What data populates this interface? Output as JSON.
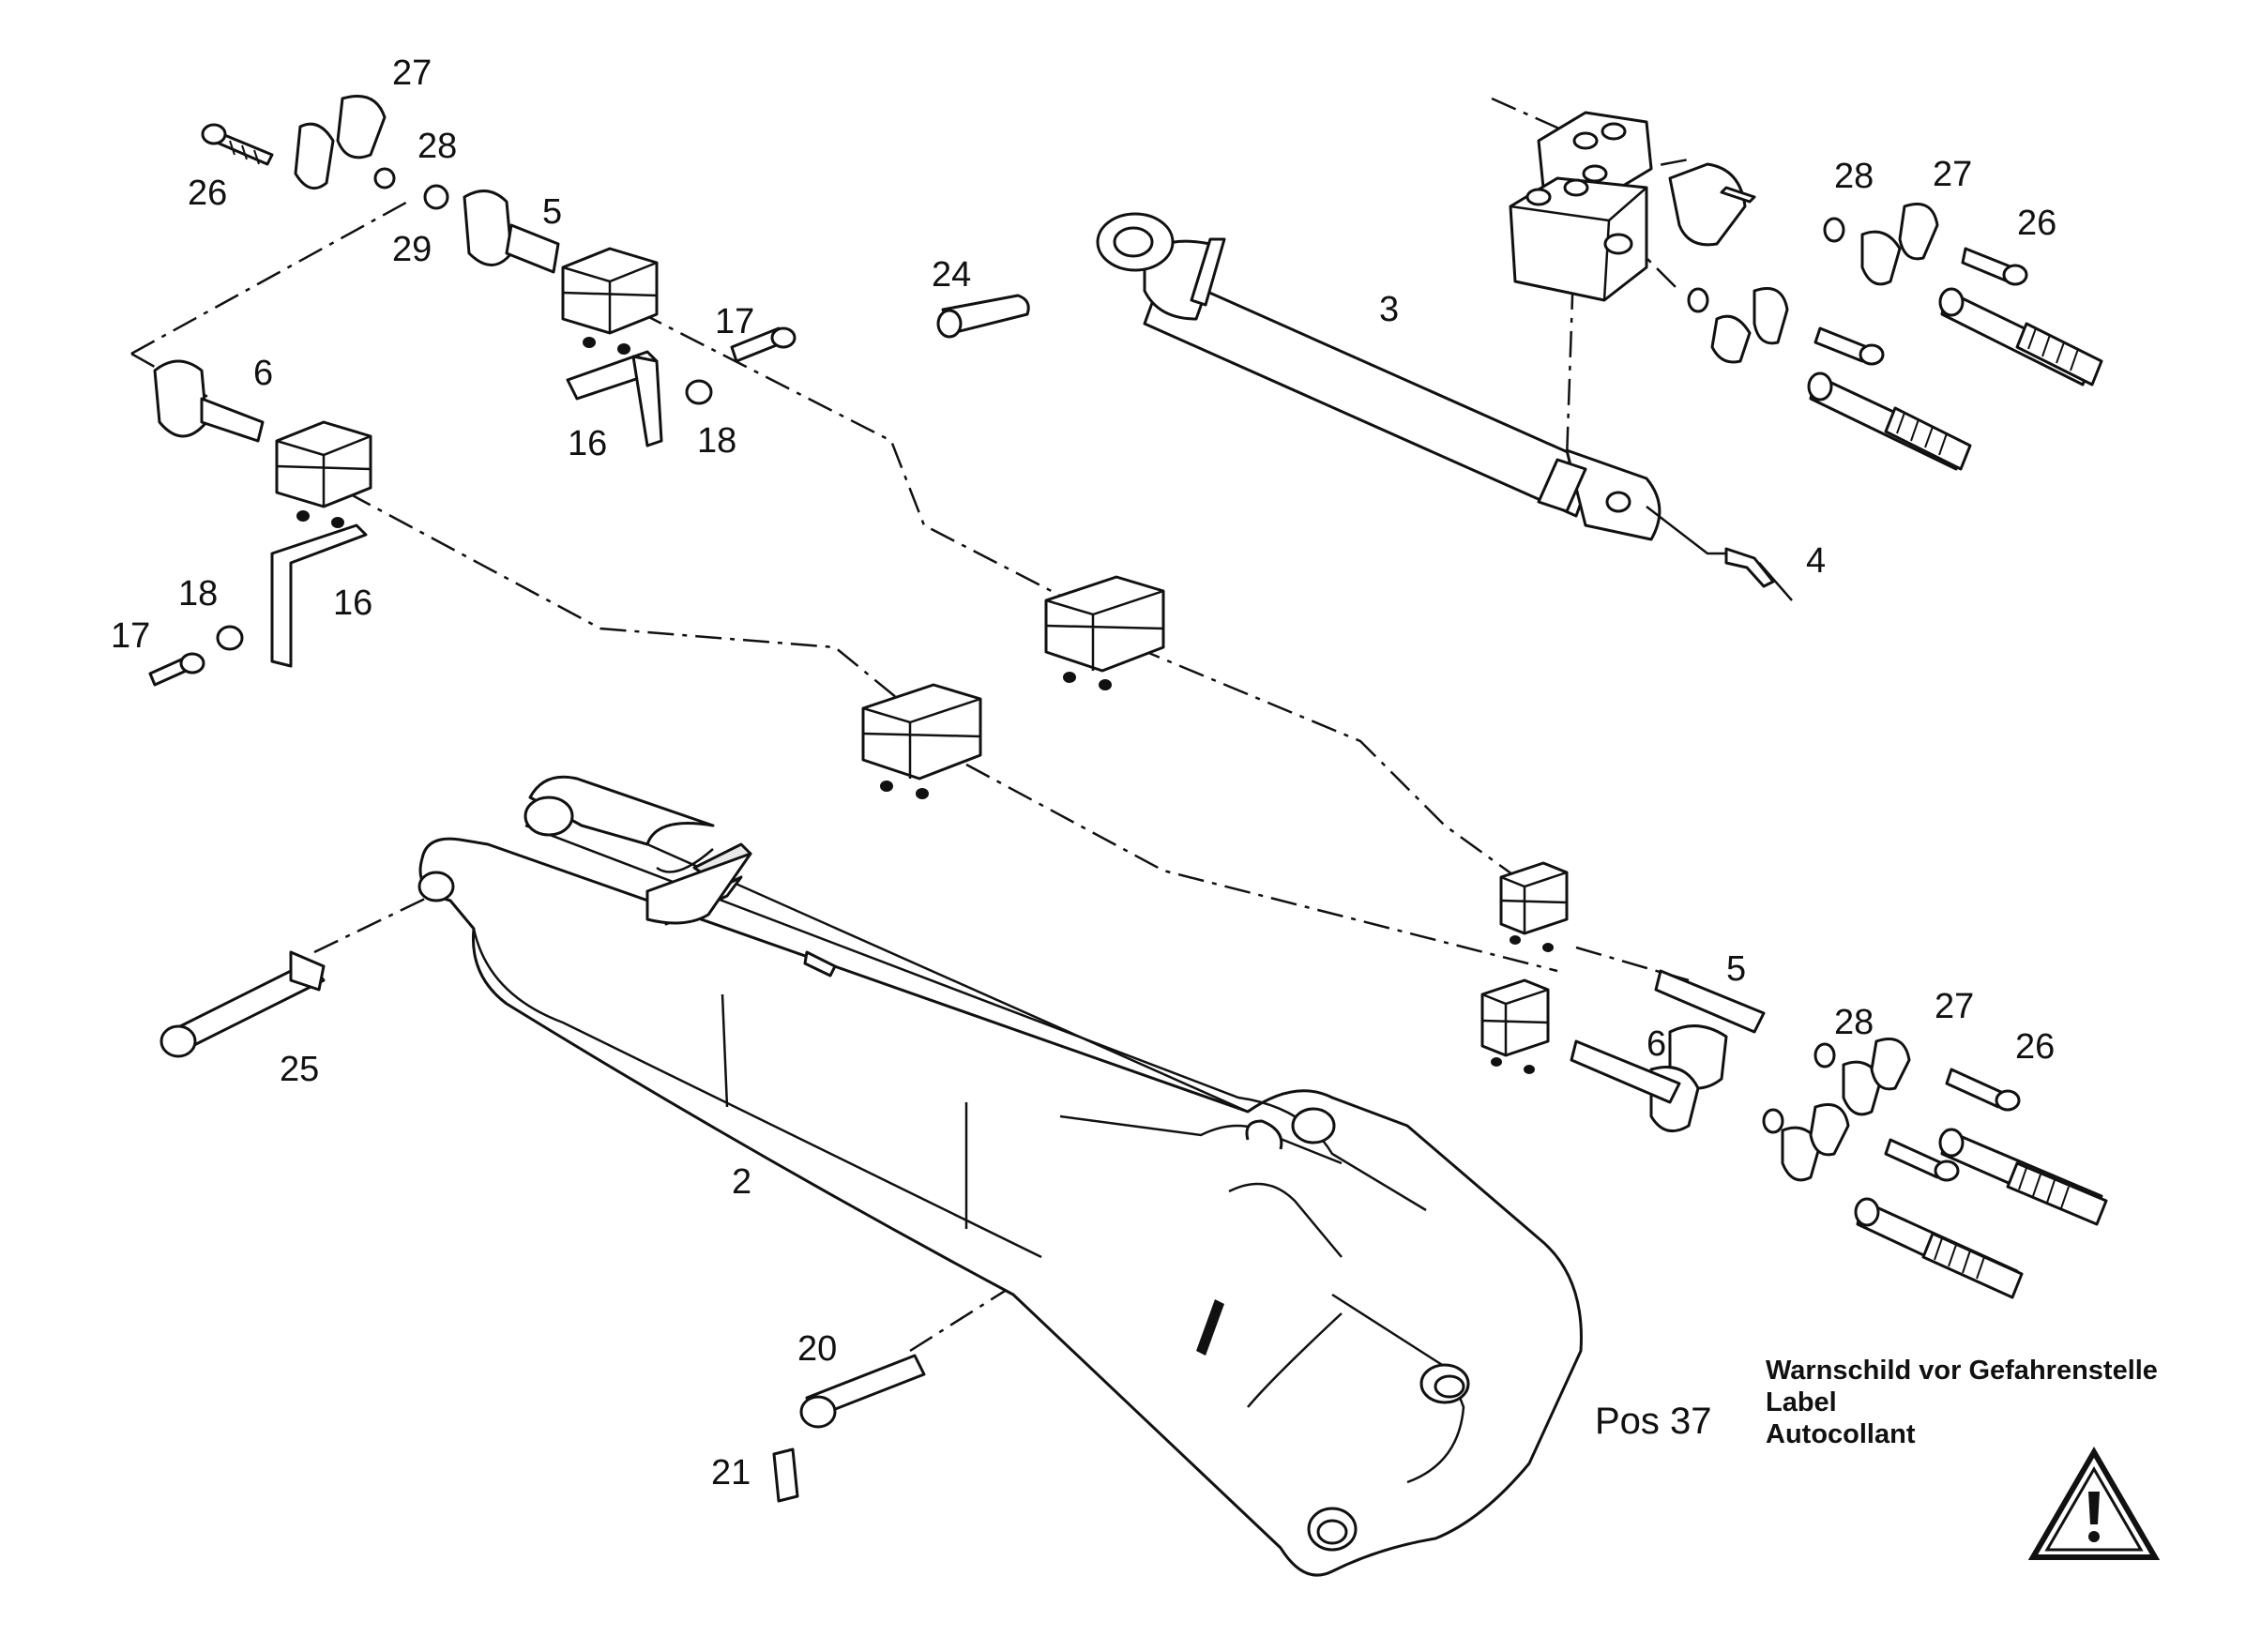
{
  "callouts": [
    {
      "id": "c27a",
      "label": "27"
    },
    {
      "id": "c28a",
      "label": "28"
    },
    {
      "id": "c26a",
      "label": "26"
    },
    {
      "id": "c29",
      "label": "29"
    },
    {
      "id": "c5a",
      "label": "5"
    },
    {
      "id": "c6a",
      "label": "6"
    },
    {
      "id": "c17a",
      "label": "17"
    },
    {
      "id": "c16a",
      "label": "16"
    },
    {
      "id": "c18a",
      "label": "18"
    },
    {
      "id": "c18b",
      "label": "18"
    },
    {
      "id": "c16b",
      "label": "16"
    },
    {
      "id": "c17b",
      "label": "17"
    },
    {
      "id": "c24",
      "label": "24"
    },
    {
      "id": "c3",
      "label": "3"
    },
    {
      "id": "c28b",
      "label": "28"
    },
    {
      "id": "c27b",
      "label": "27"
    },
    {
      "id": "c26b",
      "label": "26"
    },
    {
      "id": "c4",
      "label": "4"
    },
    {
      "id": "c5b",
      "label": "5"
    },
    {
      "id": "c6b",
      "label": "6"
    },
    {
      "id": "c28c",
      "label": "28"
    },
    {
      "id": "c27c",
      "label": "27"
    },
    {
      "id": "c26c",
      "label": "26"
    },
    {
      "id": "c25",
      "label": "25"
    },
    {
      "id": "c2",
      "label": "2"
    },
    {
      "id": "c20",
      "label": "20"
    },
    {
      "id": "c21",
      "label": "21"
    }
  ],
  "position_label": "Pos 37",
  "warning_label": {
    "line1": "Warnschild vor Gefahrenstelle",
    "line2": "Label",
    "line3": "Autocollant"
  },
  "warning_symbol": {
    "icon": "warning-triangle-icon",
    "glyph": "!"
  }
}
